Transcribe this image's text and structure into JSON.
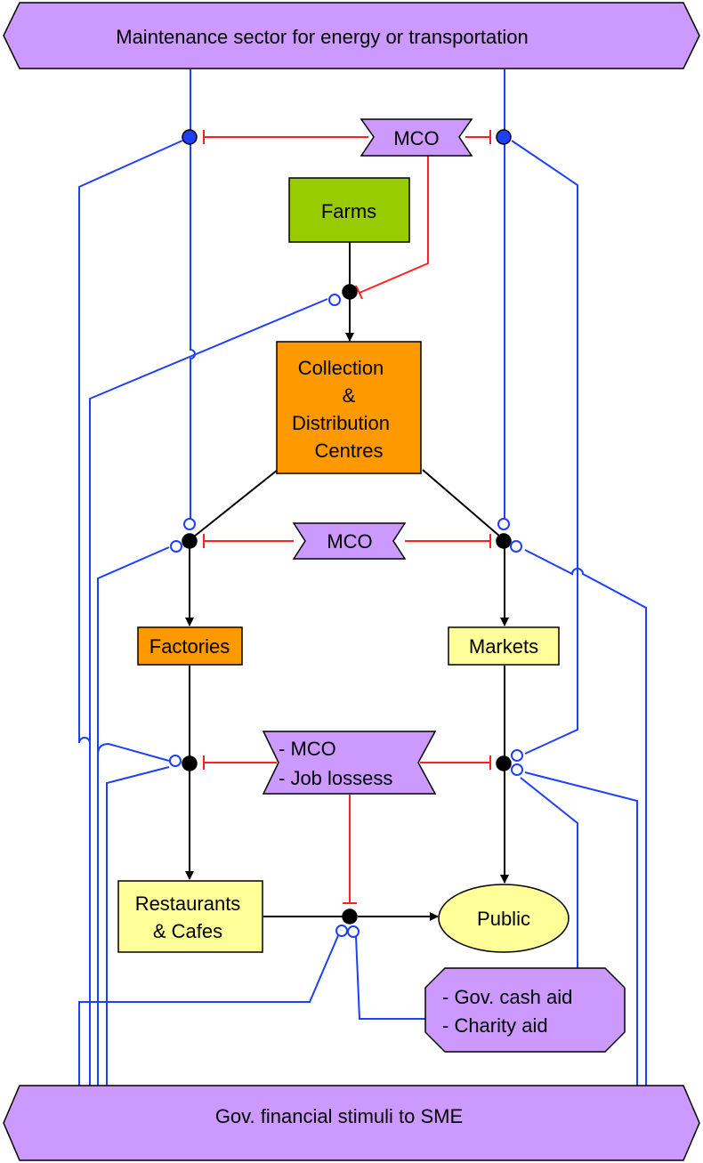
{
  "colors": {
    "purple": "#cc99ff",
    "green": "#99cc00",
    "orange": "#ff9900",
    "yellow": "#ffff99",
    "blue": "#1f3fff",
    "red": "#ff2020",
    "black": "#000000"
  },
  "nodes": {
    "maintenance": "Maintenance sector for energy or transportation",
    "mco_top": "MCO",
    "farms": "Farms",
    "collection": [
      "Collection",
      "&",
      "Distribution",
      "Centres"
    ],
    "mco_middle": "MCO",
    "factories": "Factories",
    "markets": "Markets",
    "mco_jobloss": [
      "- MCO",
      "- Job lossess"
    ],
    "restaurants": [
      "Restaurants",
      "& Cafes"
    ],
    "public": "Public",
    "gov_aid": [
      "- Gov. cash aid",
      "- Charity aid"
    ],
    "gov_stimuli": "Gov. financial stimuli to SME"
  }
}
